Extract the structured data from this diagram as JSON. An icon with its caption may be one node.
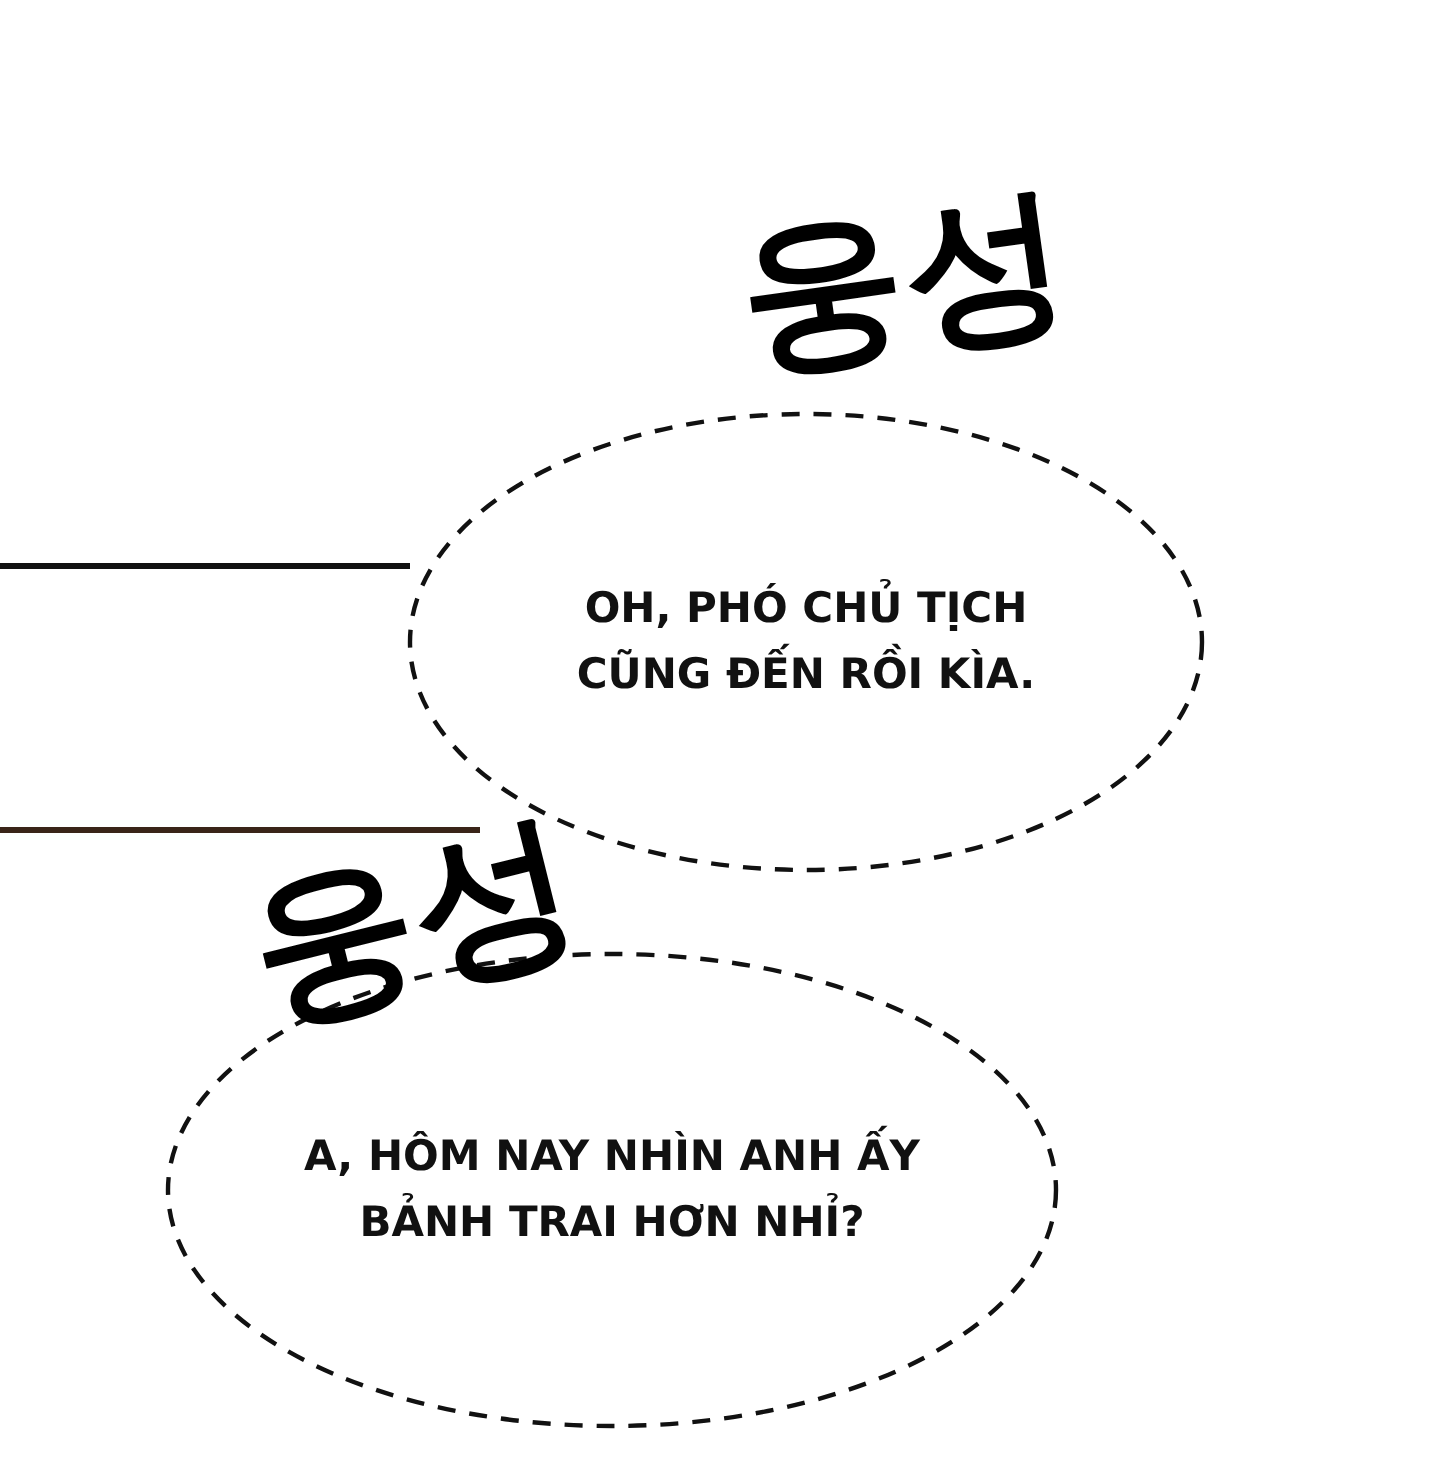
{
  "diagram": {
    "nodes": [
      {
        "text": [
          "OH, PHÓ CHỦ TỊCH CŨNG ĐẾN RỒI KÌA."
        ]
      },
      {
        "text": [
          "A, HÔM NAY NHÌN ANH ẤY BẢNH TRAI HƠN NHỈ?"
        ]
      }
    ],
    "labels": [
      "웅성",
      "웅성"
    ]
  }
}
